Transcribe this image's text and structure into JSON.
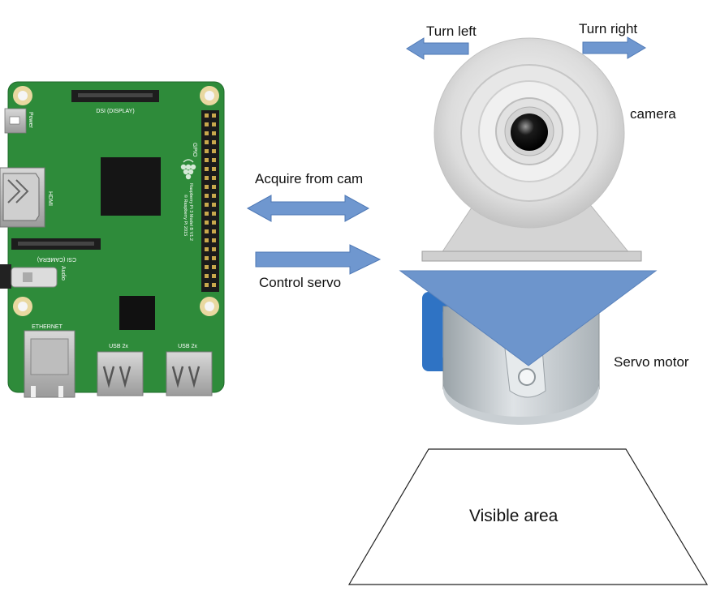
{
  "board": {
    "power_label": "Power",
    "dsi_label": "DSI (DISPLAY)",
    "gpio_label": "GPIO",
    "hdmi_label": "HDMI",
    "csi_label": "CSI (CAMERA)",
    "audio_label": "Audio",
    "ethernet_label": "ETHERNET",
    "usb1_label": "USB 2x",
    "usb2_label": "USB 2x",
    "model_line1": "Raspberry Pi 3 Model B V1.2",
    "model_line2": "© Raspberry Pi 2015"
  },
  "arrows": {
    "acquire_label": "Acquire from cam",
    "control_label": "Control servo",
    "turn_left_label": "Turn left",
    "turn_right_label": "Turn right"
  },
  "camera_label": "camera",
  "servo_label": "Servo motor",
  "visible_area_label": "Visible area",
  "colors": {
    "board_green": "#2e8b3a",
    "arrow_blue": "#6f97cf",
    "servo_blue": "#2f73c4",
    "visible_triangle": "#6d95cc"
  }
}
